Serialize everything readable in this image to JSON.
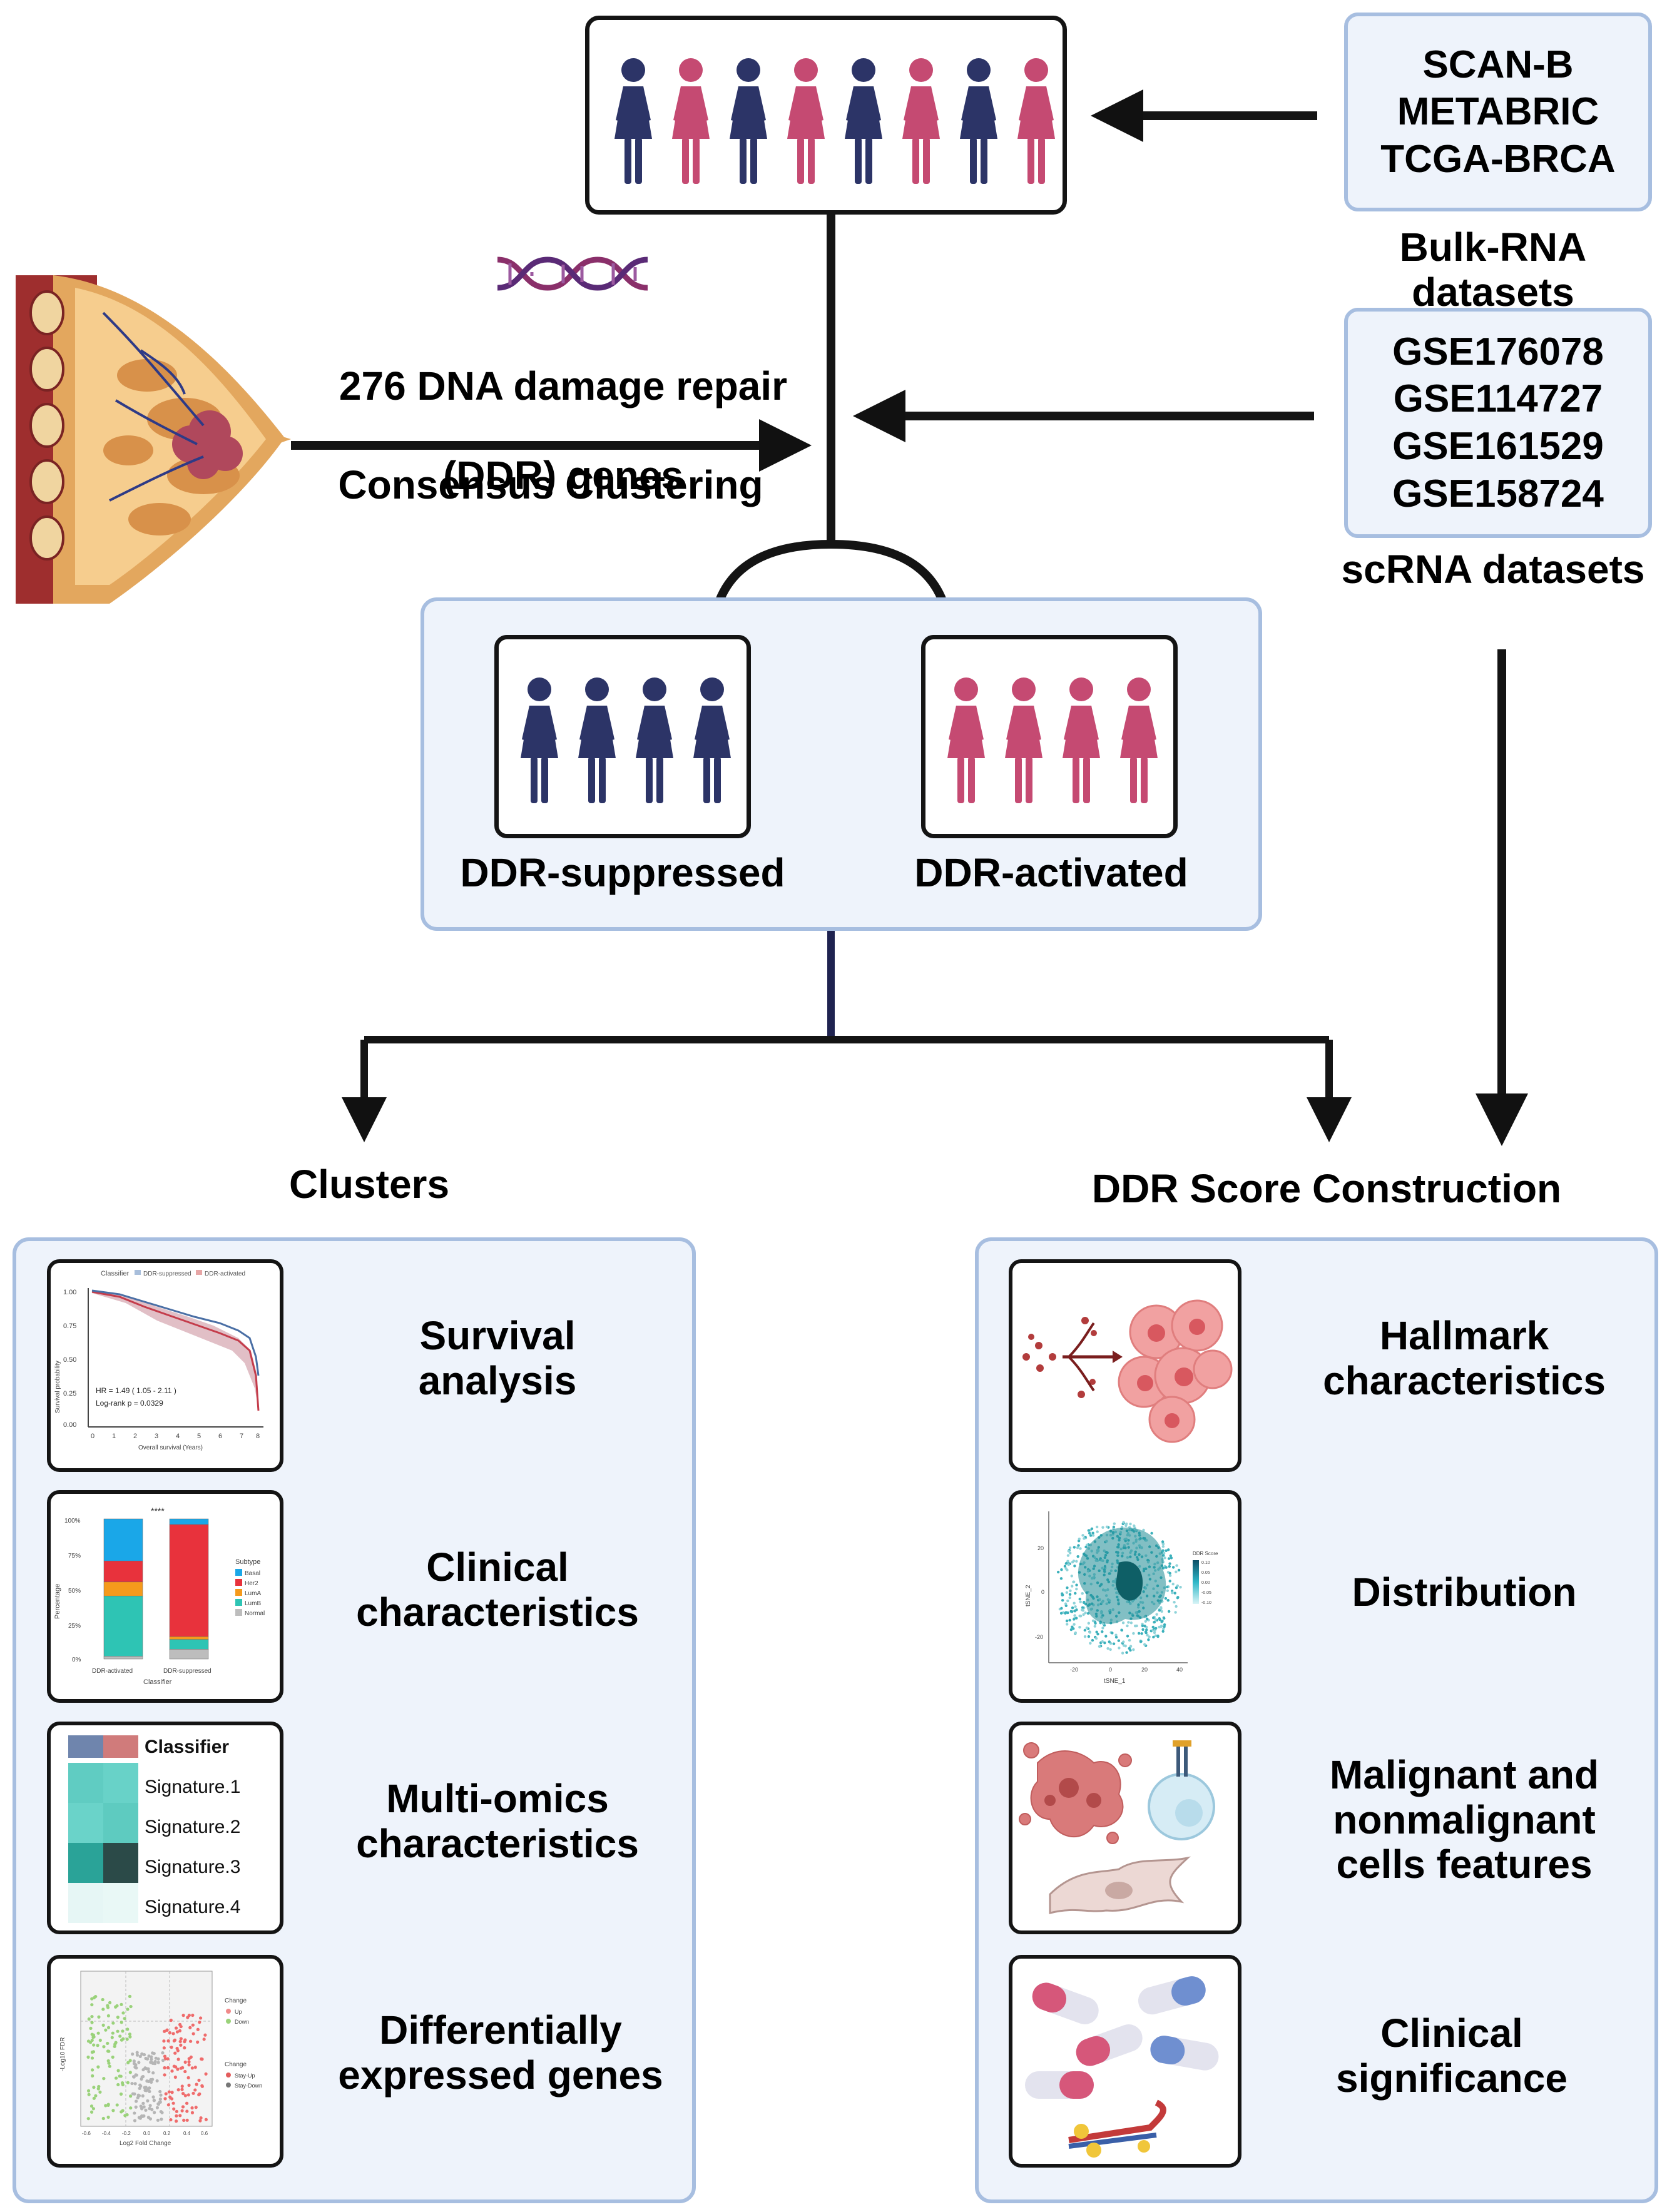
{
  "colors": {
    "navy": "#2c3467",
    "pink": "#c54a72",
    "panel_fill": "#eef3fb",
    "panel_border": "#a7bee0"
  },
  "bulk": {
    "datasets": [
      "SCAN-B",
      "METABRIC",
      "TCGA-BRCA"
    ],
    "label": "Bulk-RNA datasets"
  },
  "sc": {
    "datasets": [
      "GSE176078",
      "GSE114727",
      "GSE161529",
      "GSE158724"
    ],
    "label": "scRNA datasets"
  },
  "center": {
    "genes_line1": "276 DNA damage repair",
    "genes_line2": "(DDR) genes",
    "method": "Consensus Clustering"
  },
  "groups": {
    "suppressed": "DDR-suppressed",
    "activated": "DDR-activated"
  },
  "sections": {
    "left_title": "Clusters",
    "right_title": "DDR Score Construction"
  },
  "left_items": [
    {
      "label": "Survival\nanalysis",
      "icon": "survival-curve-icon"
    },
    {
      "label": "Clinical\ncharacteristics",
      "icon": "stacked-bar-icon"
    },
    {
      "label": "Multi-omics\ncharacteristics",
      "icon": "heatmap-icon"
    },
    {
      "label": "Differentially\nexpressed genes",
      "icon": "volcano-plot-icon"
    }
  ],
  "right_items": [
    {
      "label": "Hallmark\ncharacteristics",
      "icon": "tumor-cells-icon"
    },
    {
      "label": "Distribution",
      "icon": "tsne-plot-icon"
    },
    {
      "label": "Malignant and\nnonmalignant\ncells features",
      "icon": "cell-types-icon"
    },
    {
      "label": "Clinical\nsignificance",
      "icon": "pills-icon"
    }
  ],
  "survival_plot": {
    "legend_title": "Classifier",
    "legend_items": [
      "DDR-suppressed",
      "DDR-activated"
    ],
    "hr_text": "HR = 1.49 ( 1.05 - 2.11 )",
    "p_text": "Log-rank p = 0.0329",
    "ylabel": "Survival probability",
    "xlabel": "Overall survival (Years)",
    "yticks": [
      "1.00",
      "0.75",
      "0.50",
      "0.25",
      "0.00"
    ],
    "xticks": [
      "0",
      "1",
      "2",
      "3",
      "4",
      "5",
      "6",
      "7",
      "8"
    ]
  },
  "clinical_plot": {
    "yticks": [
      "100%",
      "75%",
      "50%",
      "25%",
      "0%"
    ],
    "ylabel": "Percentage",
    "xlabel": "Classifier",
    "categories": [
      "DDR-activated",
      "DDR-suppressed"
    ],
    "significance": "****",
    "legend_title": "Subtype",
    "legend_items": [
      "Basal",
      "Her2",
      "LumA",
      "LumB",
      "Normal"
    ],
    "legend_colors": [
      "#1aa7e8",
      "#e8323c",
      "#f59a1c",
      "#2ec4b4",
      "#bdbdbd"
    ],
    "stacks": [
      [
        0.02,
        0.43,
        0.1,
        0.15,
        0.3
      ],
      [
        0.07,
        0.07,
        0.02,
        0.8,
        0.04
      ]
    ]
  },
  "heatmap": {
    "title": "Classifier",
    "rows": [
      "Signature.1",
      "Signature.2",
      "Signature.3",
      "Signature.4"
    ],
    "header_colors": [
      "#6f85ad",
      "#d07b7b"
    ],
    "cells": [
      [
        "#60ccc2",
        "#68d2c8"
      ],
      [
        "#6ad3c9",
        "#5ecbc0"
      ],
      [
        "#2aa398",
        "#2b4a48"
      ],
      [
        "#e6f6f5",
        "#e9f8f6"
      ]
    ]
  },
  "volcano_plot": {
    "ylabel": "-Log10 FDR",
    "xlabel": "Log2 Fold Change",
    "legend1_title": "Change",
    "legend1_items": [
      "Up",
      "Down"
    ],
    "legend2_title": "Change",
    "legend2_items": [
      "Stay-Up",
      "Stay-Down"
    ],
    "xticks": [
      "-0.6",
      "-0.4",
      "-0.2",
      "0.0",
      "0.2",
      "0.4",
      "0.6"
    ]
  },
  "tsne_plot": {
    "xlabel": "tSNE_1",
    "ylabel": "tSNE_2",
    "legend_title": "DDR Score",
    "legend_ticks": [
      "0.10",
      "0.05",
      "0.00",
      "-0.05",
      "-0.10"
    ],
    "xticks": [
      "-20",
      "0",
      "20",
      "40"
    ],
    "yticks": [
      "20",
      "0",
      "-20"
    ]
  }
}
